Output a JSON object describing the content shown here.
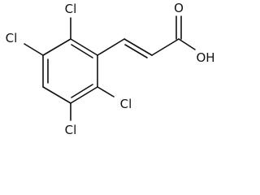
{
  "molecule": {
    "substituents": {
      "cl_top": "Cl",
      "cl_left": "Cl",
      "cl_right": "Cl",
      "cl_bottom": "Cl"
    },
    "acid": {
      "carbonyl_oxygen": "O",
      "hydroxyl": "OH"
    },
    "colors": {
      "bond": "#111111",
      "label": "#111111",
      "background": "#ffffff"
    }
  }
}
